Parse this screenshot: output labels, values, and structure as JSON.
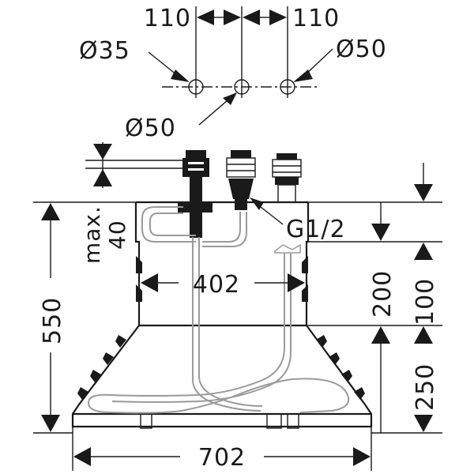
{
  "dimensions": {
    "spacing_left": "110",
    "spacing_right": "110",
    "hole_left_diameter": "Ø35",
    "hole_right_diameter": "Ø50",
    "hole_center_diameter": "Ø50",
    "deck_thickness": "max. 40",
    "thread": "G1/2",
    "inner_width": "402",
    "total_height": "550",
    "upper_height": "200",
    "right_upper": "100",
    "lower_height": "250",
    "total_width": "702"
  }
}
